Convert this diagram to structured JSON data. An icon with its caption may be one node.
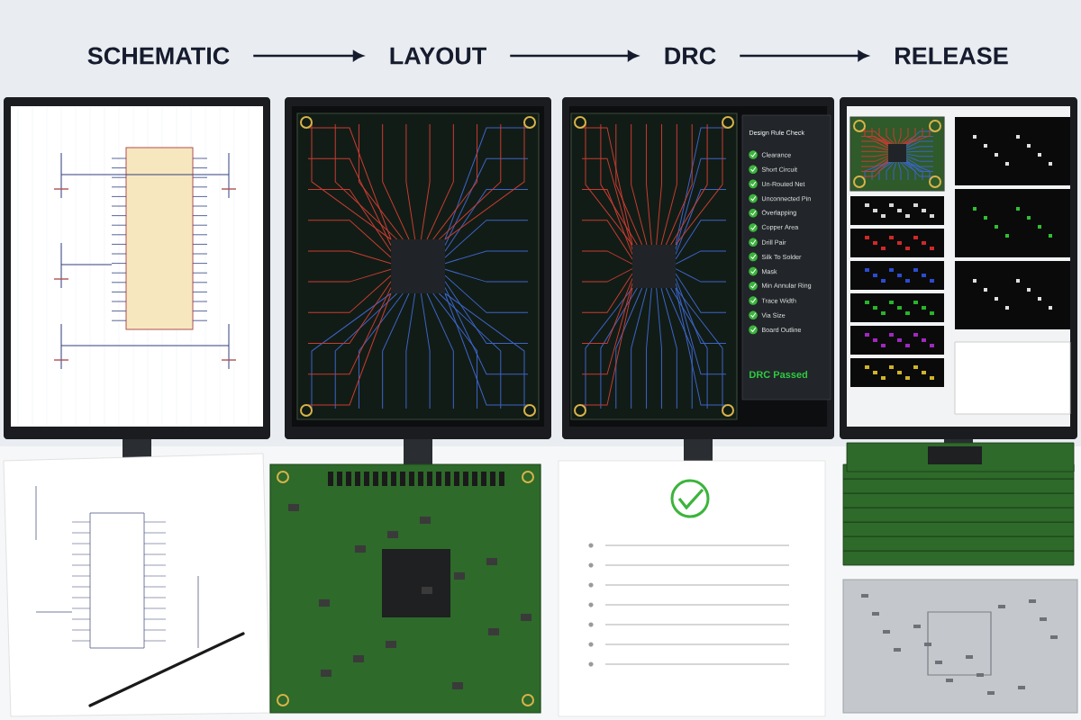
{
  "diagram": {
    "nodes": [
      {
        "text": [
          "SCHEMATIC"
        ]
      },
      {
        "text": [
          "LAYOUT"
        ]
      },
      {
        "text": [
          "DRC"
        ]
      },
      {
        "text": [
          "RELEASE"
        ]
      }
    ],
    "edges": [
      {
        "from": 0,
        "to": 1,
        "arrow": "to"
      },
      {
        "from": 1,
        "to": 2,
        "arrow": "to"
      },
      {
        "from": 2,
        "to": 3,
        "arrow": "to"
      }
    ],
    "labels": [
      "Design Rule Check",
      "Clearance",
      "Short Circuit",
      "Un-Routed Net",
      "Unconnected Pin",
      "Overlapping",
      "Copper Area",
      "Drill Pair",
      "Silk To Solder",
      "Mask",
      "Min Annular Ring",
      "Trace Width",
      "Via Size",
      "Board Outline",
      "DRC Passed"
    ]
  }
}
